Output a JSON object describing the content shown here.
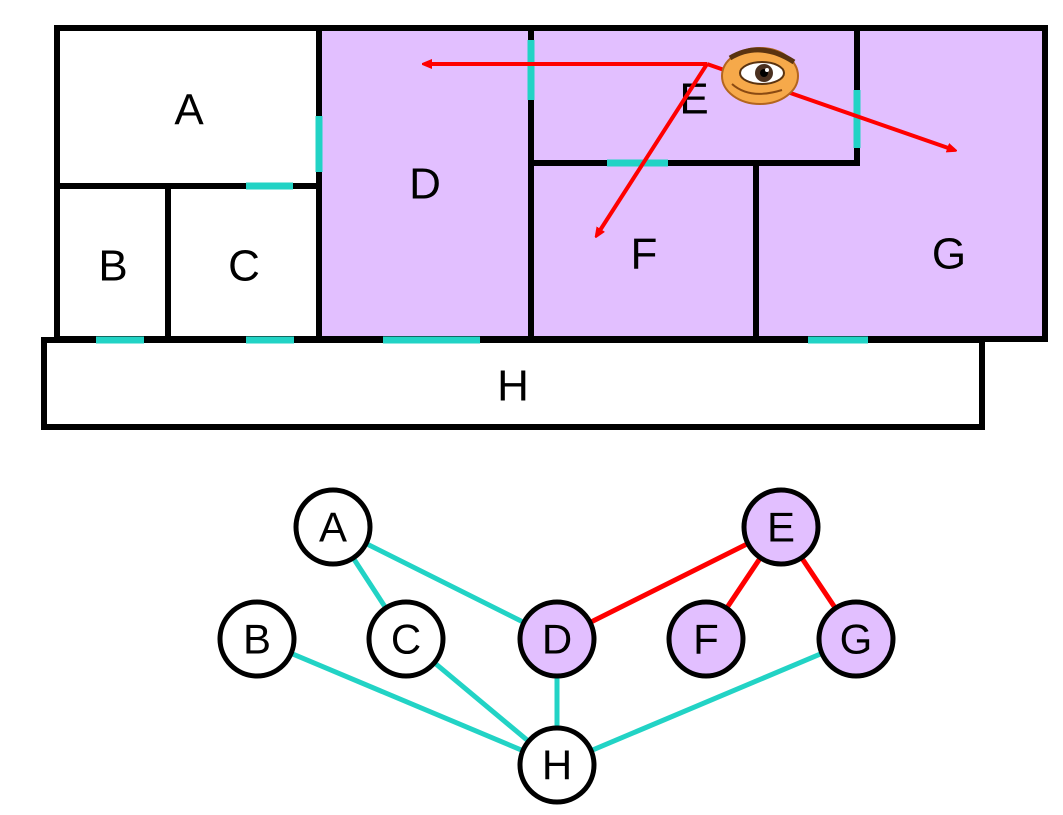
{
  "colors": {
    "visible_fill": "#e2bfff",
    "hidden_fill": "#ffffff",
    "door": "#22d3c5",
    "view": "#ff0000",
    "wall": "#000000"
  },
  "rooms": [
    {
      "id": "A",
      "label": "A",
      "visible": false
    },
    {
      "id": "B",
      "label": "B",
      "visible": false
    },
    {
      "id": "C",
      "label": "C",
      "visible": false
    },
    {
      "id": "D",
      "label": "D",
      "visible": true
    },
    {
      "id": "E",
      "label": "E",
      "visible": true
    },
    {
      "id": "F",
      "label": "F",
      "visible": true
    },
    {
      "id": "G",
      "label": "G",
      "visible": true
    },
    {
      "id": "H",
      "label": "H",
      "visible": false
    }
  ],
  "viewer": {
    "room": "E",
    "icon": "eye-icon"
  },
  "view_rays": [
    {
      "from": "E",
      "to": "D"
    },
    {
      "from": "E",
      "to": "F"
    },
    {
      "from": "E",
      "to": "G"
    }
  ],
  "graph": {
    "nodes": [
      {
        "id": "A",
        "label": "A",
        "visible": false
      },
      {
        "id": "B",
        "label": "B",
        "visible": false
      },
      {
        "id": "C",
        "label": "C",
        "visible": false
      },
      {
        "id": "D",
        "label": "D",
        "visible": true
      },
      {
        "id": "E",
        "label": "E",
        "visible": true
      },
      {
        "id": "F",
        "label": "F",
        "visible": true
      },
      {
        "id": "G",
        "label": "G",
        "visible": true
      },
      {
        "id": "H",
        "label": "H",
        "visible": false
      }
    ],
    "edges": [
      {
        "from": "A",
        "to": "D",
        "kind": "door"
      },
      {
        "from": "A",
        "to": "C",
        "kind": "door"
      },
      {
        "from": "B",
        "to": "H",
        "kind": "door"
      },
      {
        "from": "C",
        "to": "H",
        "kind": "door"
      },
      {
        "from": "D",
        "to": "H",
        "kind": "door"
      },
      {
        "from": "G",
        "to": "H",
        "kind": "door"
      },
      {
        "from": "E",
        "to": "D",
        "kind": "view"
      },
      {
        "from": "E",
        "to": "F",
        "kind": "view"
      },
      {
        "from": "E",
        "to": "G",
        "kind": "view"
      }
    ]
  }
}
